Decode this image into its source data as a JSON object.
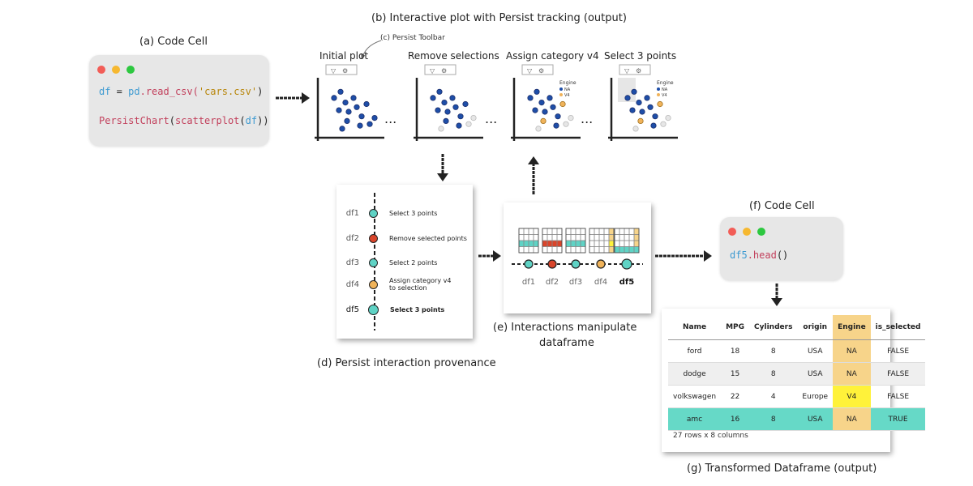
{
  "captions": {
    "a": "(a) Code Cell",
    "b": "(b) Interactive plot with Persist tracking (output)",
    "c": "(c) Persist Toolbar",
    "d": "(d) Persist interaction provenance",
    "e1": "(e) Interactions manipulate",
    "e2": "dataframe",
    "f": "(f) Code Cell",
    "g": "(g) Transformed Dataframe (output)"
  },
  "code_a": {
    "line1_var": "df",
    "line1_eq": " = ",
    "line1_mod": "pd",
    "line1_fn": ".read_csv(",
    "line1_str": "'cars.csv'",
    "line1_end": ")",
    "line2_fn1": "PersistChart",
    "line2_p1": "(",
    "line2_fn2": "scatterplot",
    "line2_p2": "(",
    "line2_arg": "df",
    "line2_end": "))"
  },
  "code_f": {
    "var": "df5",
    "fn": ".head",
    "end": "()"
  },
  "plots": [
    {
      "title": "Initial plot"
    },
    {
      "title": "Remove selections"
    },
    {
      "title": "Assign category v4",
      "legend_title": "Engine",
      "legend_items": [
        "NA",
        "V4"
      ]
    },
    {
      "title": "Select 3 points",
      "legend_title": "Engine",
      "legend_items": [
        "NA",
        "V4"
      ]
    }
  ],
  "ellipsis": "...",
  "provenance": [
    {
      "id": "df1",
      "text": "Select 3 points",
      "color": "#5fd3c5"
    },
    {
      "id": "df2",
      "text": "Remove selected points",
      "color": "#d9452b"
    },
    {
      "id": "df3",
      "text": "Select 2 points",
      "color": "#5fd3c5"
    },
    {
      "id": "df4",
      "text": "Assign category v4 to selection",
      "color": "#f0b35a"
    },
    {
      "id": "df5",
      "text": "Select 3 points",
      "color": "#5fd3c5"
    }
  ],
  "df_labels": [
    "df1",
    "df2",
    "df3",
    "df4",
    "df5"
  ],
  "table": {
    "headers": [
      "Name",
      "MPG",
      "Cylinders",
      "origin",
      "Engine",
      "is_selected"
    ],
    "rows": [
      [
        "ford",
        "18",
        "8",
        "USA",
        "NA",
        "FALSE"
      ],
      [
        "dodge",
        "15",
        "8",
        "USA",
        "NA",
        "FALSE"
      ],
      [
        "volkswagen",
        "22",
        "4",
        "Europe",
        "V4",
        "FALSE"
      ],
      [
        "amc",
        "16",
        "8",
        "USA",
        "NA",
        "TRUE"
      ]
    ],
    "footer": "27 rows x 8 columns"
  },
  "colors": {
    "teal": "#5fd3c5",
    "red": "#d9452b",
    "orange": "#f0b35a",
    "point_blue": "#1e4ea8",
    "engine_highlight": "#f7d48a",
    "v4_highlight": "#fff23a",
    "selected_row": "#66d9c7",
    "card_bg": "#e7e7e7"
  }
}
